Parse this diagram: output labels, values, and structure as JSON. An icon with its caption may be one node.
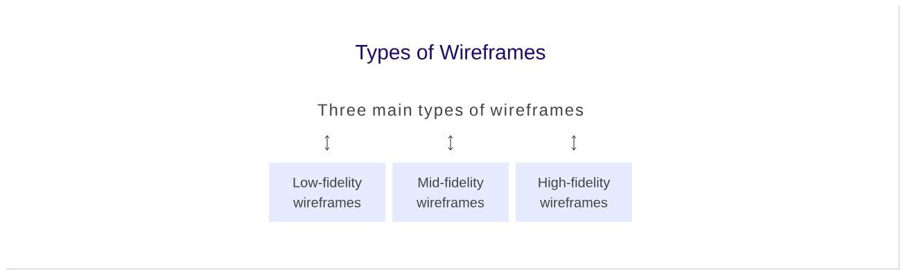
{
  "diagram": {
    "title": "Types of Wireframes",
    "nodes": [
      {
        "text": [
          "Three main types of wireframes"
        ]
      },
      {
        "text": [
          "Low-fidelity wireframes"
        ]
      },
      {
        "text": [
          "Mid-fidelity wireframes"
        ]
      },
      {
        "text": [
          "High-fidelity wireframes"
        ]
      }
    ],
    "edges": [
      {
        "from": 0,
        "to": 1,
        "arrow": "both"
      },
      {
        "from": 0,
        "to": 2,
        "arrow": "both"
      },
      {
        "from": 0,
        "to": 3,
        "arrow": "both"
      }
    ]
  }
}
